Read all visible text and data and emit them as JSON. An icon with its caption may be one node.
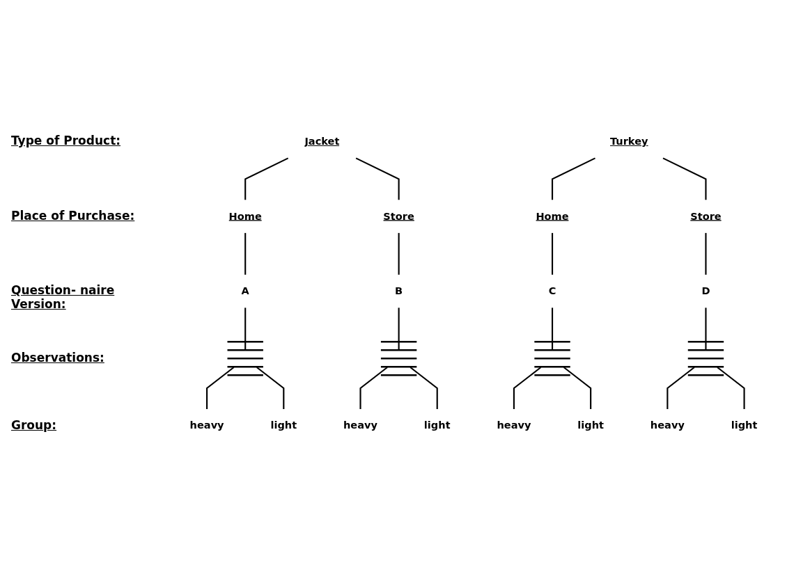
{
  "diagram": {
    "nodes": [
      {
        "text": [
          "Jacket"
        ]
      },
      {
        "text": [
          "Turkey"
        ]
      },
      {
        "text": [
          "Home"
        ]
      },
      {
        "text": [
          "Store"
        ]
      },
      {
        "text": [
          "Home"
        ]
      },
      {
        "text": [
          "Store"
        ]
      },
      {
        "text": [
          "A"
        ]
      },
      {
        "text": [
          "B"
        ]
      },
      {
        "text": [
          "C"
        ]
      },
      {
        "text": [
          "D"
        ]
      },
      {
        "text": [],
        "shape": "lines"
      },
      {
        "text": [],
        "shape": "lines"
      },
      {
        "text": [],
        "shape": "lines"
      },
      {
        "text": [],
        "shape": "lines"
      },
      {
        "text": [
          "heavy"
        ]
      },
      {
        "text": [
          "light"
        ]
      },
      {
        "text": [
          "heavy"
        ]
      },
      {
        "text": [
          "light"
        ]
      },
      {
        "text": [
          "heavy"
        ]
      },
      {
        "text": [
          "light"
        ]
      },
      {
        "text": [
          "heavy"
        ]
      },
      {
        "text": [
          "light"
        ]
      }
    ],
    "edges": [
      {
        "from": 0,
        "to": 2,
        "arrow": "none"
      },
      {
        "from": 0,
        "to": 3,
        "arrow": "none"
      },
      {
        "from": 1,
        "to": 4,
        "arrow": "none"
      },
      {
        "from": 1,
        "to": 5,
        "arrow": "none"
      },
      {
        "from": 2,
        "to": 6,
        "arrow": "none"
      },
      {
        "from": 3,
        "to": 7,
        "arrow": "none"
      },
      {
        "from": 4,
        "to": 8,
        "arrow": "none"
      },
      {
        "from": 5,
        "to": 9,
        "arrow": "none"
      },
      {
        "from": 6,
        "to": 10,
        "arrow": "none"
      },
      {
        "from": 7,
        "to": 11,
        "arrow": "none"
      },
      {
        "from": 8,
        "to": 12,
        "arrow": "none"
      },
      {
        "from": 9,
        "to": 13,
        "arrow": "none"
      },
      {
        "from": 10,
        "to": 14,
        "arrow": "none"
      },
      {
        "from": 10,
        "to": 15,
        "arrow": "none"
      },
      {
        "from": 11,
        "to": 16,
        "arrow": "none"
      },
      {
        "from": 11,
        "to": 17,
        "arrow": "none"
      },
      {
        "from": 12,
        "to": 18,
        "arrow": "none"
      },
      {
        "from": 12,
        "to": 19,
        "arrow": "none"
      },
      {
        "from": 13,
        "to": 20,
        "arrow": "none"
      },
      {
        "from": 13,
        "to": 21,
        "arrow": "none"
      }
    ],
    "labels": [
      "Type of Product:",
      "Place of Purchase:",
      "Question- naire Version:",
      "Observations:",
      "Group:"
    ]
  }
}
